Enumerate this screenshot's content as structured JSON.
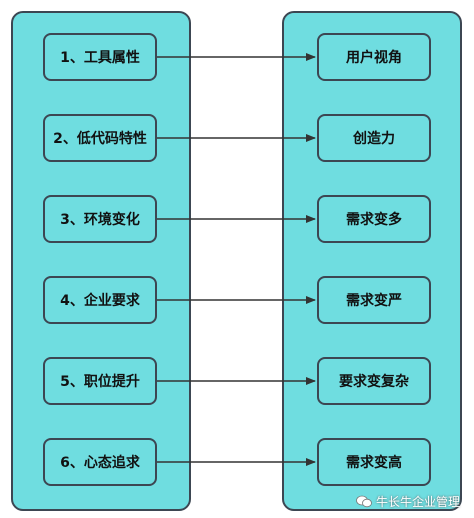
{
  "diagram": {
    "left_items": [
      "1、工具属性",
      "2、低代码特性",
      "3、环境变化",
      "4、企业要求",
      "5、职位提升",
      "6、心态追求"
    ],
    "right_items": [
      "用户视角",
      "创造力",
      "需求变多",
      "需求变严",
      "要求变复杂",
      "需求变高"
    ]
  },
  "watermark": {
    "text": "牛长牛企业管理"
  },
  "colors": {
    "fill": "#6fdde0",
    "stroke": "#3c4652",
    "arrow": "#333333"
  }
}
